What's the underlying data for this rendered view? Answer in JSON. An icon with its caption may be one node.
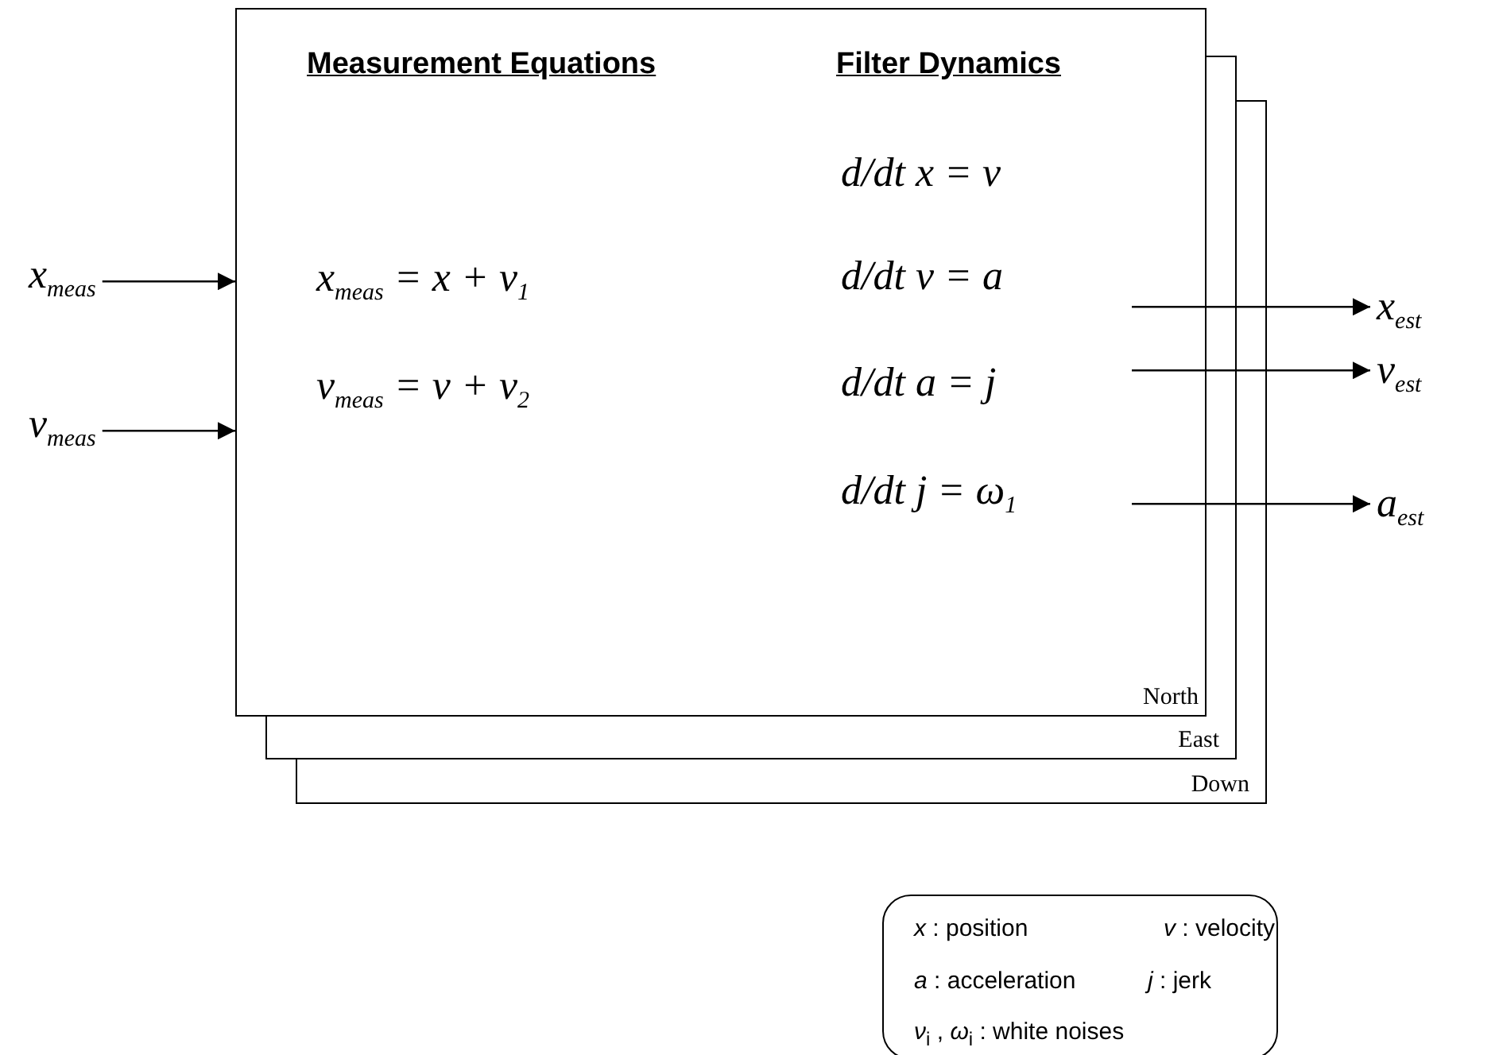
{
  "diagram": {
    "nodes": [
      {
        "text": [
          "Measurement Equations",
          "Filter Dynamics",
          "x$_{meas}$ = x + ν$_{1}$",
          "v$_{meas}$ = v + ν$_{2}$",
          "d/dt x = v",
          "d/dt v = a",
          "d/dt a = j",
          "d/dt j = ω$_{1}$",
          "North"
        ]
      },
      {
        "text": [
          "East"
        ]
      },
      {
        "text": [
          "Down"
        ]
      },
      {
        "text": [
          "x$_{meas}$"
        ]
      },
      {
        "text": [
          "v$_{meas}$"
        ]
      },
      {
        "text": [
          "x$_{est}$"
        ]
      },
      {
        "text": [
          "v$_{est}$"
        ]
      },
      {
        "text": [
          "a$_{est}$"
        ]
      }
    ],
    "edges": [
      {
        "from": 3,
        "to": 0,
        "arrow": "to"
      },
      {
        "from": 4,
        "to": 0,
        "arrow": "to"
      },
      {
        "from": 0,
        "to": 5,
        "arrow": "to"
      },
      {
        "from": 0,
        "to": 6,
        "arrow": "to"
      },
      {
        "from": 0,
        "to": 7,
        "arrow": "to"
      }
    ],
    "labels": [
      "*x* : position",
      "*v* : velocity",
      "*a* : acceleration",
      "*j* : jerk",
      "*ν*$_{i}$ , *ω*$_{i}$ : white noises"
    ]
  }
}
